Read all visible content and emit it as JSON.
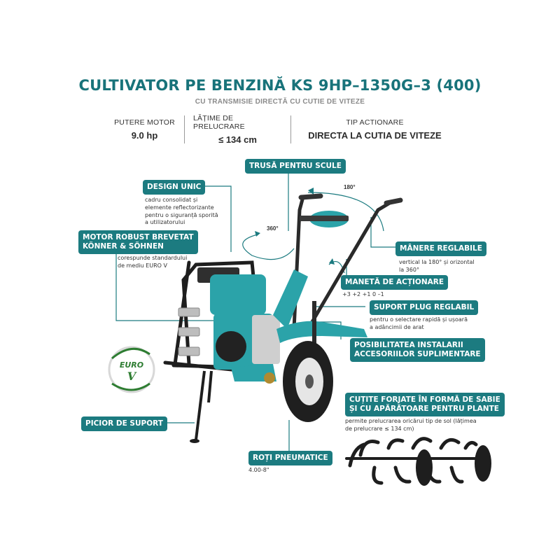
{
  "header": {
    "title": "CULTIVATOR PE BENZINĂ KS 9HP–1350G–3 (400)",
    "subtitle": "CU TRANSMISIE DIRECTĂ CU CUTIE DE VITEZE"
  },
  "specs": [
    {
      "label": "PUTERE MOTOR",
      "value": "9.0 hp"
    },
    {
      "label": "LĂȚIME DE PRELUCRARE",
      "value": "≤ 134 cm"
    },
    {
      "label": "TIP ACTIONARE",
      "value": "DIRECTA LA CUTIA DE VITEZE"
    }
  ],
  "features": {
    "trusa": {
      "title": "TRUSĂ PENTRU SCULE"
    },
    "design": {
      "title": "DESIGN UNIC",
      "note": [
        "cadru consolidat și",
        "elemente reflectorizante",
        "pentru o siguranță sporită",
        "a utilizatorului"
      ]
    },
    "motor": {
      "title": [
        "MOTOR ROBUST BREVETAT",
        "KÖNNER & SÖHNEN"
      ],
      "note": [
        "corespunde standardului",
        "de mediu EURO V"
      ]
    },
    "manere": {
      "title": "MÂNERE REGLABILE",
      "note": [
        "vertical la 180° și orizontal",
        "la 360°"
      ]
    },
    "maneta": {
      "title": "MANETĂ DE ACȚIONARE",
      "note": "+3 +2 +1 0 –1"
    },
    "plug": {
      "title": "SUPORT PLUG REGLABIL",
      "note": [
        "pentru o selectare rapidă și ușoară",
        "a adâncimii de arat"
      ]
    },
    "accesorii": {
      "title": [
        "POSIBILITATEA INSTALARII",
        "ACCESORIILOR SUPLIMENTARE"
      ]
    },
    "cutite": {
      "title": [
        "CUȚITE FORJATE ÎN FORMĂ DE SABIE",
        "ȘI CU APĂRĂTOARE PENTRU PLANTE"
      ],
      "note": [
        "permite prelucrarea oricărui tip de sol (lățimea",
        "de prelucrare ≤ 134 cm)"
      ]
    },
    "picior": {
      "title": "PICIOR DE SUPORT"
    },
    "roti": {
      "title": "ROȚI PNEUMATICE",
      "note": "4.00-8\""
    }
  },
  "angles": {
    "vertical": "180°",
    "horizontal": "360°"
  },
  "badge": {
    "line1": "EURO",
    "line2": "V"
  },
  "colors": {
    "accent": "#1c7b80",
    "title": "#18737a",
    "body": "#2ba3a9",
    "frame": "#1e1e1e",
    "euro_green": "#2e7d32"
  }
}
